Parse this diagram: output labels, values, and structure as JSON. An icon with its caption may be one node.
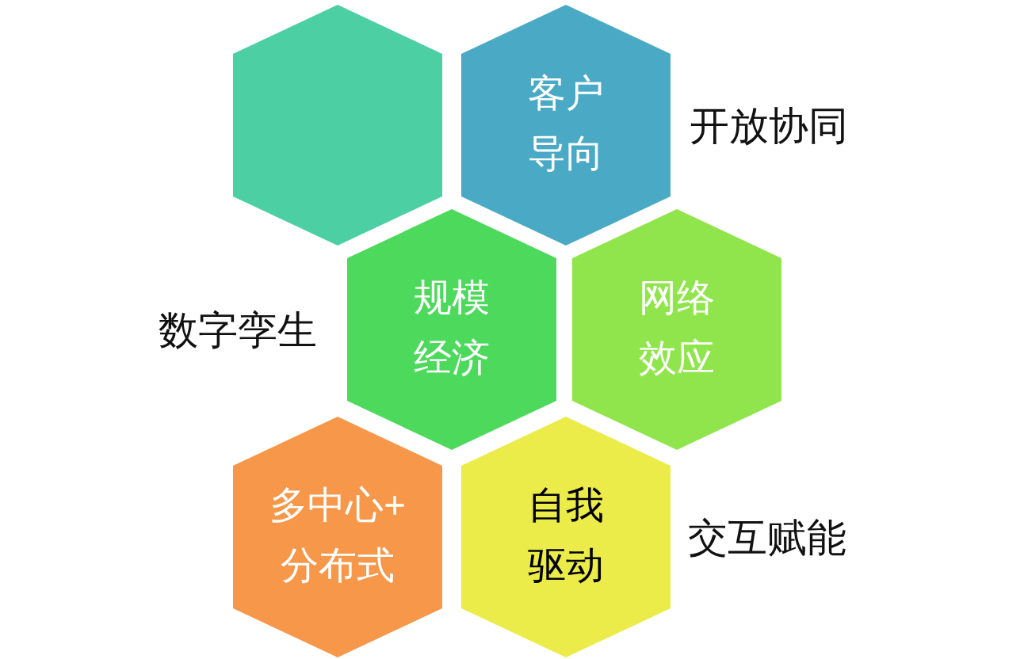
{
  "diagram": {
    "nodes": [
      {
        "text": [],
        "shape": "hexagon"
      },
      {
        "text": [
          "客户导向"
        ]
      },
      {
        "text": [
          "规模经济"
        ]
      },
      {
        "text": [
          "网络效应"
        ]
      },
      {
        "text": [
          "多中心+分布式"
        ]
      },
      {
        "text": [
          "自我驱动"
        ]
      }
    ],
    "labels": [
      "开放协同",
      "数字孪生",
      "交互赋能"
    ]
  }
}
